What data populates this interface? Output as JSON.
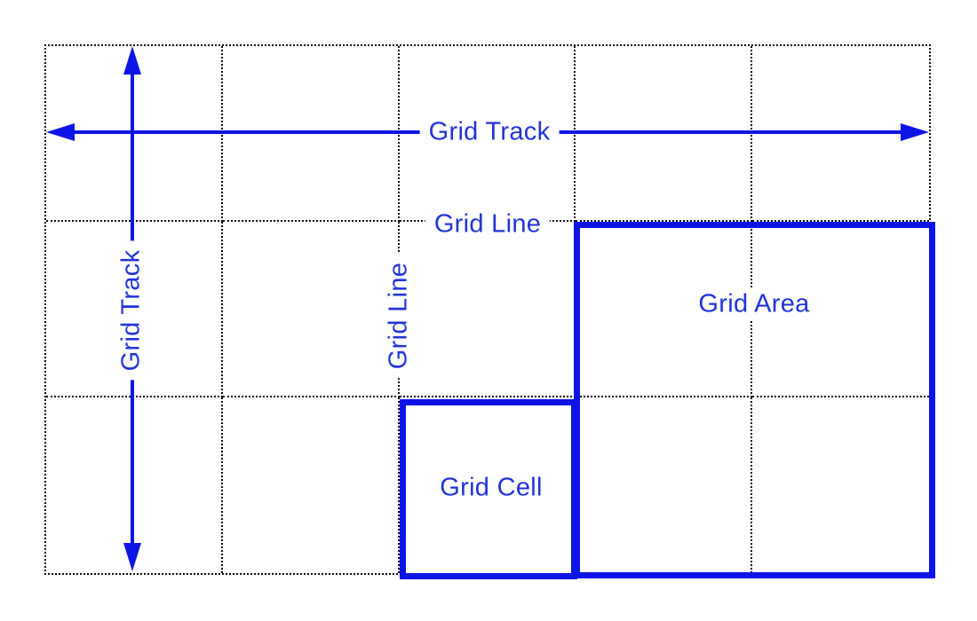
{
  "canvas": {
    "bg": "#ffffff",
    "accent": "#0d15e6",
    "text_blue": "#2133d8",
    "grid_dots": "#0b0b0b"
  },
  "grid": {
    "columns": 5,
    "rows": 3
  },
  "labels": {
    "track_h": "Grid Track",
    "track_v": "Grid Track",
    "line_h": "Grid Line",
    "line_v": "Grid Line",
    "cell": "Grid Cell",
    "area": "Grid Area"
  }
}
